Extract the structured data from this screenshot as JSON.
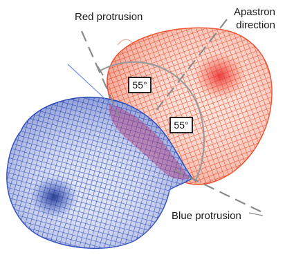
{
  "labels": {
    "red_protrusion": "Red protrusion",
    "apastron_line1": "Apastron",
    "apastron_line2": "direction",
    "blue_protrusion": "Blue protrusion",
    "angle_upper": "55°",
    "angle_lower": "55°"
  },
  "colors": {
    "red_star": "#f0502e",
    "blue_star": "#2f4fbf",
    "guide_line": "#8a8a8a",
    "arc": "#9a9a9a"
  }
}
